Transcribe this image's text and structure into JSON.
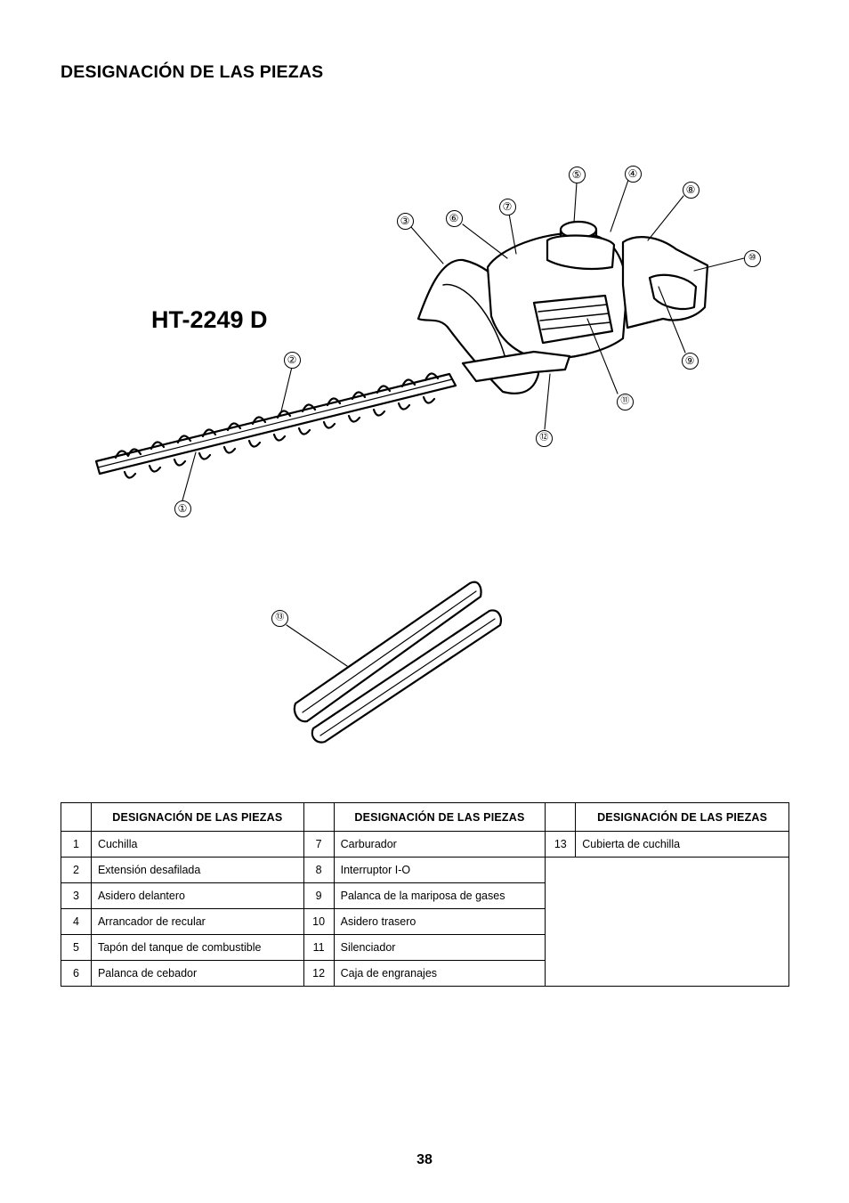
{
  "page": {
    "heading": "DESIGNACIÓN DE LAS PIEZAS",
    "page_number": "38"
  },
  "diagram": {
    "model": "HT-2249 D",
    "callouts": [
      "①",
      "②",
      "③",
      "④",
      "⑤",
      "⑥",
      "⑦",
      "⑧",
      "⑨",
      "⑩",
      "⑪",
      "⑫",
      "⑬"
    ]
  },
  "table": {
    "header": "DESIGNACIÓN DE LAS PIEZAS",
    "rows": [
      [
        {
          "num": "1",
          "name": "Cuchilla"
        },
        {
          "num": "7",
          "name": "Carburador"
        },
        {
          "num": "13",
          "name": "Cubierta de cuchilla"
        }
      ],
      [
        {
          "num": "2",
          "name": "Extensión desafilada"
        },
        {
          "num": "8",
          "name": "Interruptor I-O"
        }
      ],
      [
        {
          "num": "3",
          "name": "Asidero delantero"
        },
        {
          "num": "9",
          "name": "Palanca de la mariposa de gases"
        }
      ],
      [
        {
          "num": "4",
          "name": "Arrancador de recular"
        },
        {
          "num": "10",
          "name": "Asidero trasero"
        }
      ],
      [
        {
          "num": "5",
          "name": "Tapón del tanque de combustible"
        },
        {
          "num": "11",
          "name": "Silenciador"
        }
      ],
      [
        {
          "num": "6",
          "name": "Palanca de cebador"
        },
        {
          "num": "12",
          "name": "Caja de engranajes"
        }
      ]
    ]
  }
}
